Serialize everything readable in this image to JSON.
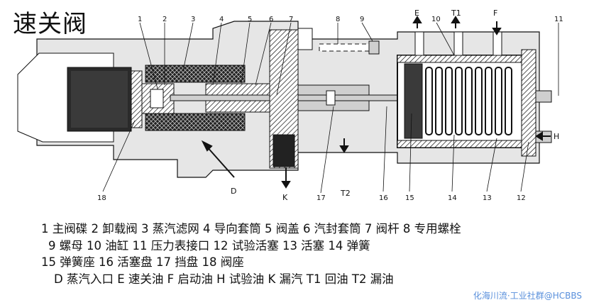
{
  "title": "速关阀",
  "callouts": {
    "top": [
      "1",
      "2",
      "3",
      "4",
      "5",
      "6",
      "7",
      "8",
      "9",
      "E",
      "10",
      "T1",
      "F",
      "11"
    ],
    "bottom": [
      "18",
      "D",
      "K",
      "17",
      "T2",
      "16",
      "15",
      "14",
      "13",
      "12"
    ],
    "side": "H"
  },
  "legend": {
    "row1": "1 主阀碟  2 卸载阀  3 蒸汽滤网  4 导向套筒  5 阀盖  6 汽封套筒  7 阀杆  8 专用螺栓",
    "row2": "9 螺母  10 油缸    11 压力表接口  12 试验活塞  13 活塞  14 弹簧",
    "row3": "15 弹簧座  16 活塞盘  17 挡盘  18 阀座",
    "row4": "D  蒸汽入口  E  速关油  F  启动油  H  试验油  K  漏汽 T1  回油  T2  漏油"
  },
  "watermark": "化海川流·工业社群@HCBBS",
  "colors": {
    "ink": "#111111",
    "grey": "#cfcfcf",
    "light": "#e6e6e6",
    "watermark": "#3a7bd5"
  }
}
